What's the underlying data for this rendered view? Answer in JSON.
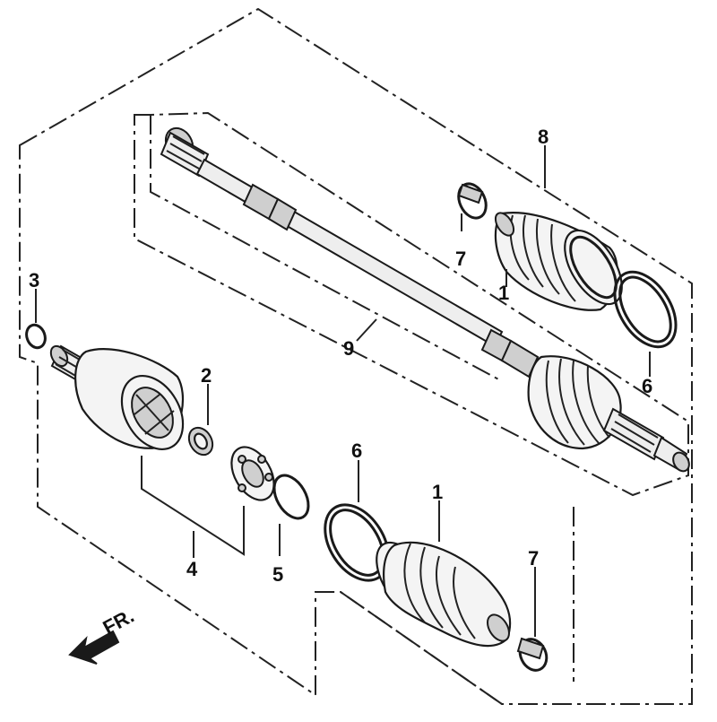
{
  "callouts": {
    "boot_upper": "1",
    "boot_lower": "1",
    "circlip_small": "2",
    "set_ring": "3",
    "outboard_joint_set": "4",
    "stopper_ring": "5",
    "band_upper": "6",
    "band_lower": "6",
    "boot_band_upper": "7",
    "boot_band_lower": "7",
    "inboard_joint_assembly": "8",
    "driveshaft_assembly": "9"
  },
  "direction": {
    "label": "FR.",
    "icon": "front-direction-arrow-icon"
  }
}
